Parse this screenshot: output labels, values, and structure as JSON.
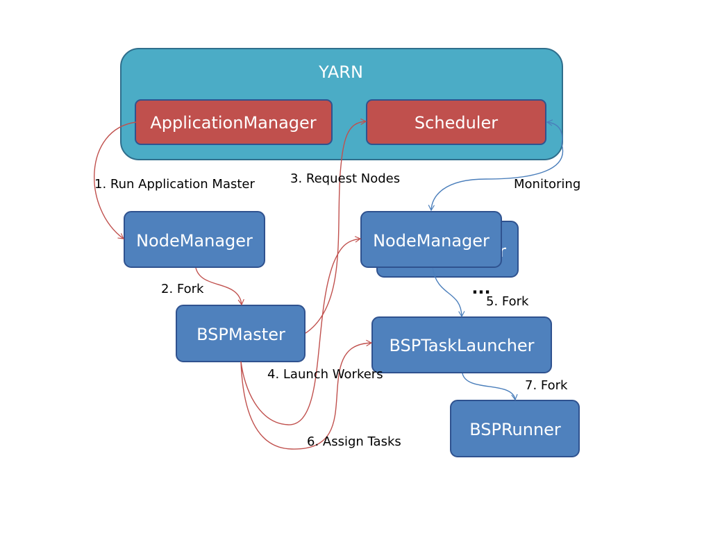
{
  "colors": {
    "yarn_fill": "#4bacc6",
    "yarn_stroke": "#2f6e8c",
    "red_fill": "#c0504d",
    "red_stroke": "#2f528f",
    "blue_fill": "#4f81bd",
    "blue_stroke": "#2f528f",
    "red_arrow": "#c0504d",
    "blue_arrow": "#4a7ebb",
    "text_on_box": "#ffffff",
    "label_text": "#000000"
  },
  "yarn": {
    "title": "YARN",
    "application_manager": "ApplicationManager",
    "scheduler": "Scheduler"
  },
  "nodes": {
    "node_manager_left": "NodeManager",
    "node_manager_right": "NodeManager",
    "node_manager_back_partial": "r",
    "bsp_master": "BSPMaster",
    "bsp_task_launcher": "BSPTaskLauncher",
    "bsp_runner": "BSPRunner",
    "ellipsis": "..."
  },
  "steps": {
    "step1": "1. Run Application Master",
    "step2": "2. Fork",
    "step3": "3. Request Nodes",
    "step4": "4. Launch Workers",
    "step5": "5. Fork",
    "step6": "6. Assign Tasks",
    "step7": "7. Fork",
    "monitoring": "Monitoring"
  }
}
